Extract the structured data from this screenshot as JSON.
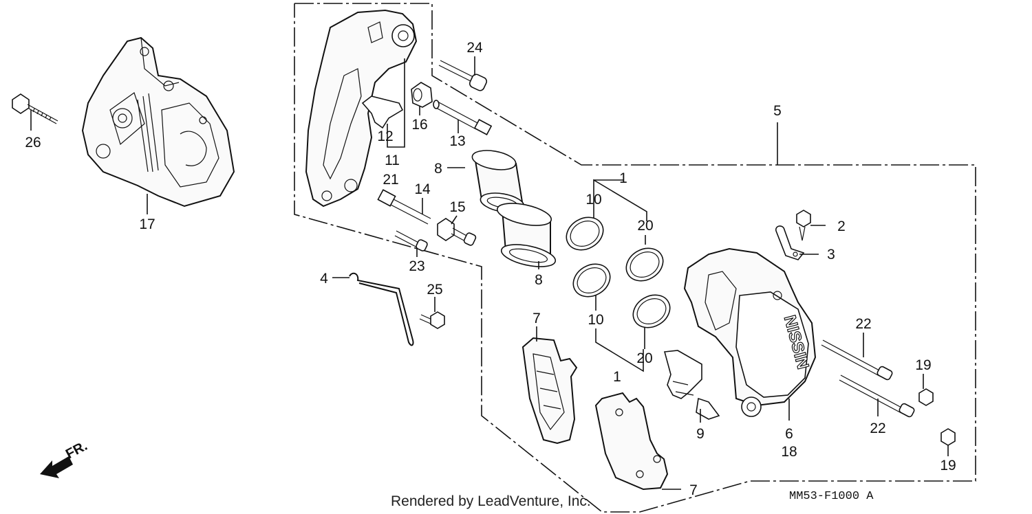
{
  "diagram": {
    "callouts": [
      {
        "id": "c1a",
        "text": "1"
      },
      {
        "id": "c1b",
        "text": "1"
      },
      {
        "id": "c2",
        "text": "2"
      },
      {
        "id": "c3",
        "text": "3"
      },
      {
        "id": "c4",
        "text": "4"
      },
      {
        "id": "c5",
        "text": "5"
      },
      {
        "id": "c6",
        "text": "6"
      },
      {
        "id": "c7a",
        "text": "7"
      },
      {
        "id": "c7b",
        "text": "7"
      },
      {
        "id": "c8a",
        "text": "8"
      },
      {
        "id": "c8b",
        "text": "8"
      },
      {
        "id": "c9",
        "text": "9"
      },
      {
        "id": "c10a",
        "text": "10"
      },
      {
        "id": "c10b",
        "text": "10"
      },
      {
        "id": "c11",
        "text": "11"
      },
      {
        "id": "c12",
        "text": "12"
      },
      {
        "id": "c13",
        "text": "13"
      },
      {
        "id": "c14",
        "text": "14"
      },
      {
        "id": "c15",
        "text": "15"
      },
      {
        "id": "c16",
        "text": "16"
      },
      {
        "id": "c17",
        "text": "17"
      },
      {
        "id": "c18",
        "text": "18"
      },
      {
        "id": "c19a",
        "text": "19"
      },
      {
        "id": "c19b",
        "text": "19"
      },
      {
        "id": "c20a",
        "text": "20"
      },
      {
        "id": "c20b",
        "text": "20"
      },
      {
        "id": "c21",
        "text": "21"
      },
      {
        "id": "c22a",
        "text": "22"
      },
      {
        "id": "c22b",
        "text": "22"
      },
      {
        "id": "c23",
        "text": "23"
      },
      {
        "id": "c24",
        "text": "24"
      },
      {
        "id": "c25",
        "text": "25"
      },
      {
        "id": "c26",
        "text": "26"
      }
    ],
    "caliper_brand": "NISSIN",
    "direction_label": "FR.",
    "credit": "Rendered by LeadVenture, Inc.",
    "diagram_code": "MM53-F1000 A"
  }
}
